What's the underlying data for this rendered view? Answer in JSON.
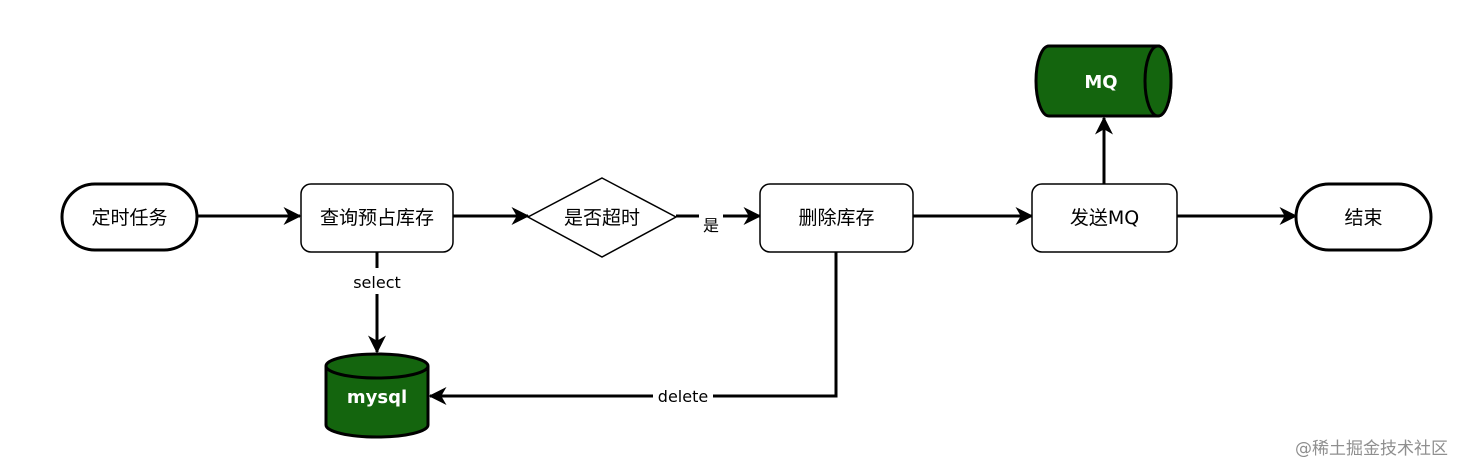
{
  "nodes": {
    "start": "定时任务",
    "query": "查询预占库存",
    "decision": "是否超时",
    "delete": "删除库存",
    "send": "发送MQ",
    "end": "结束",
    "mysql": "mysql",
    "mq": "MQ"
  },
  "edges": {
    "select": "select",
    "yes": "是",
    "delete": "delete"
  },
  "watermark": "@稀土掘金技术社区",
  "colors": {
    "db_fill": "#14650e",
    "stroke": "#000000",
    "watermark": "#8f8f8f"
  }
}
